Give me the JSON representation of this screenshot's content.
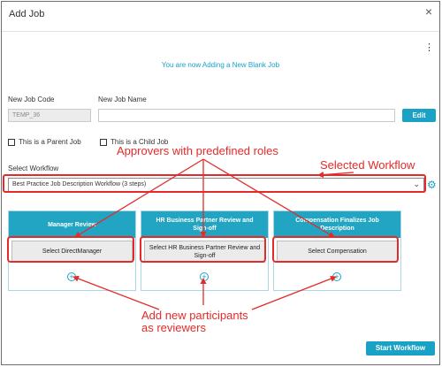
{
  "dialog": {
    "title": "Add Job",
    "close_icon": "×",
    "menu_icon": "kebab-menu-icon",
    "subtitle": "You are now Adding a New Blank Job"
  },
  "form": {
    "job_code_label": "New Job Code",
    "job_code_value": "TEMP_36",
    "job_name_label": "New Job Name",
    "job_name_value": "",
    "edit_label": "Edit",
    "parent_label": "This is a Parent Job",
    "parent_checked": false,
    "child_label": "This is a Child Job",
    "child_checked": false,
    "workflow_label": "Select Workflow",
    "workflow_value": "Best Practice Job Description Workflow (3 steps)"
  },
  "steps": [
    {
      "title": "Manager Review",
      "button": "Select DirectManager"
    },
    {
      "title": "HR Business Partner Review and Sign-off",
      "button": "Select HR Business Partner Review and Sign-off"
    },
    {
      "title": "Compensation Finalizes Job Description",
      "button": "Select Compensation"
    }
  ],
  "annotations": {
    "approvers": "Approvers with predefined roles",
    "selected_workflow": "Selected Workflow",
    "add_participants": "Add new participants\nas reviewers"
  },
  "footer": {
    "start_label": "Start Workflow"
  },
  "colors": {
    "accent": "#1aa1c6",
    "card_header": "#22a5c2",
    "annotation": "#e52a2a"
  }
}
